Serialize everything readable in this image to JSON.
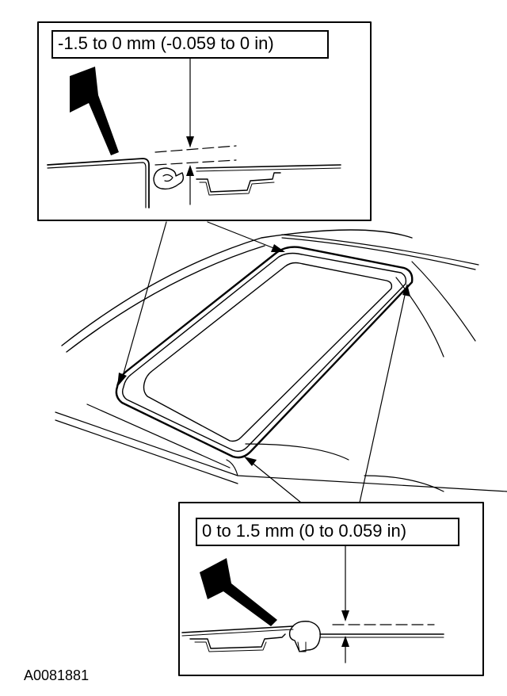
{
  "callouts": {
    "top": {
      "text": "-1.5 to 0 mm (-0.059 to 0 in)"
    },
    "bottom": {
      "text": "0 to 1.5 mm (0 to 0.059 in)"
    }
  },
  "figure_id": "A0081881",
  "colors": {
    "ink": "#000000",
    "paper": "#ffffff"
  }
}
